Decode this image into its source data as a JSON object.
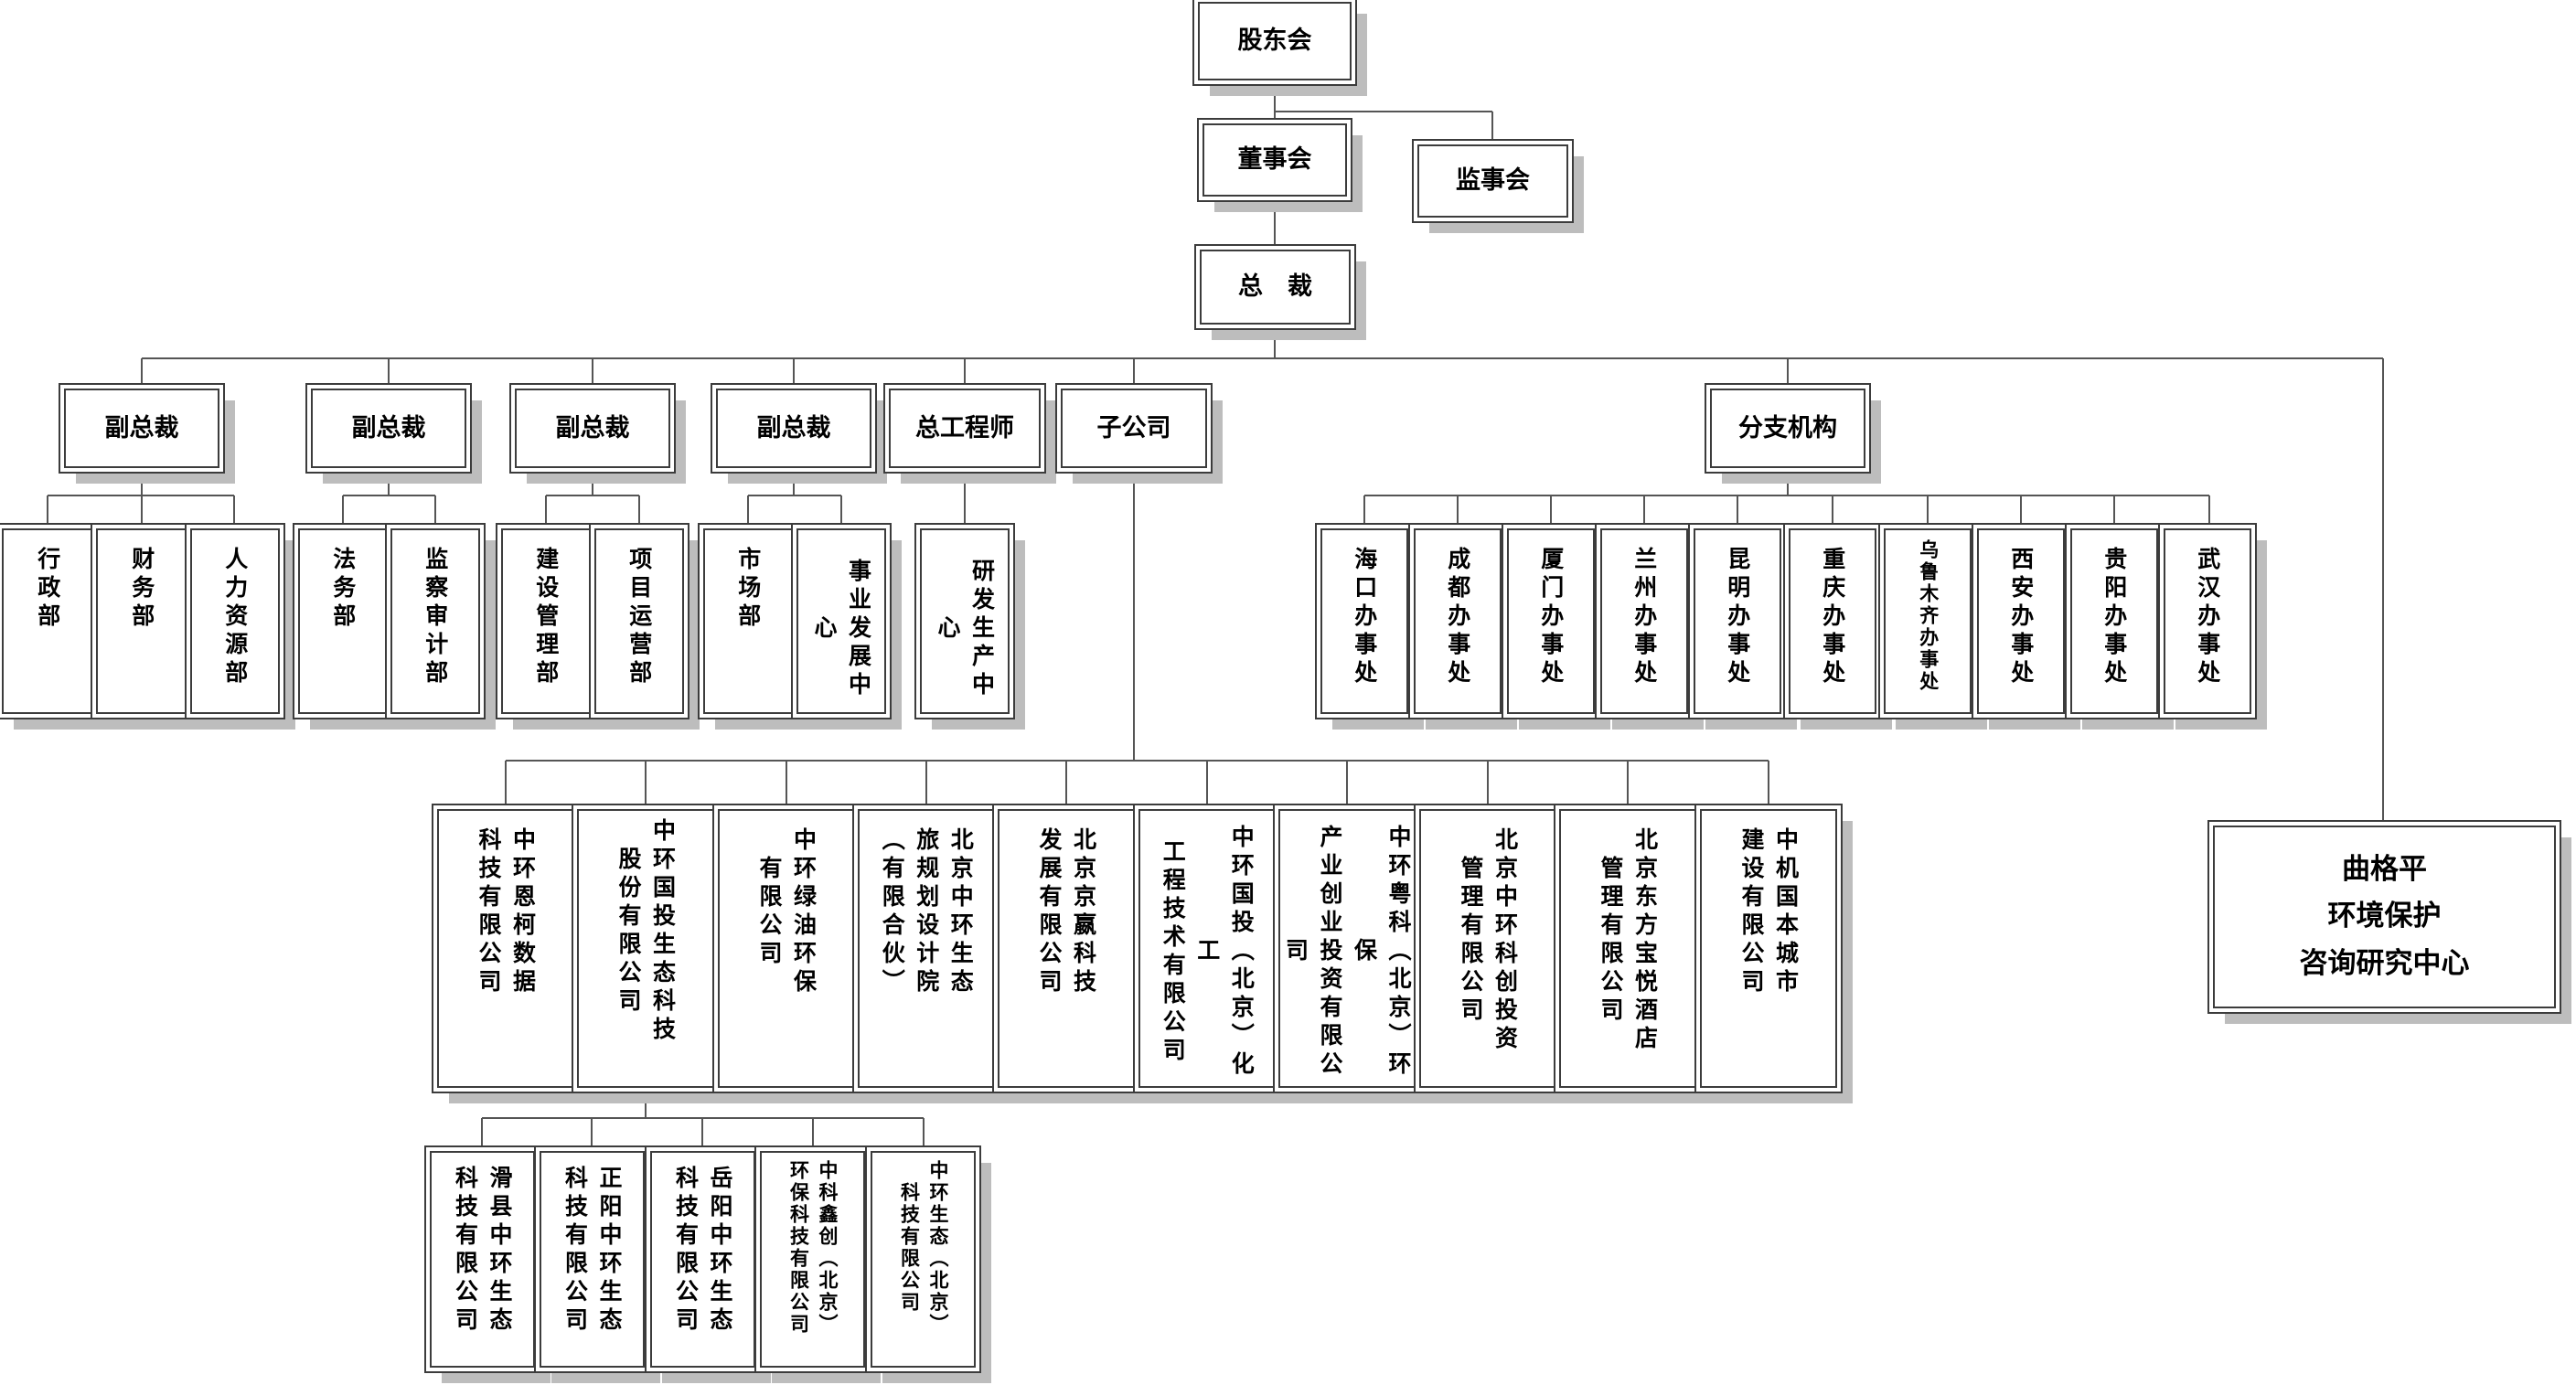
{
  "org_chart": {
    "shareholders": "股东会",
    "board": "董事会",
    "supervisors": "监事会",
    "president": "总　裁",
    "level2": {
      "vp1": "副总裁",
      "vp2": "副总裁",
      "vp3": "副总裁",
      "vp4": "副总裁",
      "chief_engineer": "总工程师",
      "subsidiaries": "子公司",
      "branches": "分支机构"
    },
    "departments": {
      "vp1": [
        "行政部",
        "财务部",
        "人力资源部"
      ],
      "vp2": [
        "法务部",
        "监察审计部"
      ],
      "vp3": [
        "建设管理部",
        "项目运营部"
      ],
      "vp4": [
        "市场部",
        "事业发展中心"
      ],
      "chief_engineer": [
        "研发生产中心"
      ]
    },
    "branch_offices": [
      "海口办事处",
      "成都办事处",
      "厦门办事处",
      "兰州办事处",
      "昆明办事处",
      "重庆办事处",
      "乌鲁木齐办事处",
      "西安办事处",
      "贵阳办事处",
      "武汉办事处"
    ],
    "subsidiary_list": [
      "中环恩柯数据\n科技有限公司",
      "中环国投生态科技\n股份有限公司",
      "中环绿油环保\n有限公司",
      "北京中环生态\n旅规划设计院\n（有限合伙）",
      "北京京嬴科技\n发展有限公司",
      "中环国投（北京）化工\n工程技术有限公司",
      "中环粤科（北京）环保\n产业创业投资有限公司",
      "北京中环科创投资\n管理有限公司",
      "北京东方宝悦酒店\n管理有限公司",
      "中机国本城市\n建设有限公司"
    ],
    "sub_subsidiaries": [
      "滑县中环生态\n科技有限公司",
      "正阳中环生态\n科技有限公司",
      "岳阳中环生态\n科技有限公司",
      "中科鑫创（北京）\n环保科技有限公司",
      "中环生态（北京）\n科技有限公司"
    ],
    "research_center": "曲格平\n环境保护\n咨询研究中心"
  }
}
